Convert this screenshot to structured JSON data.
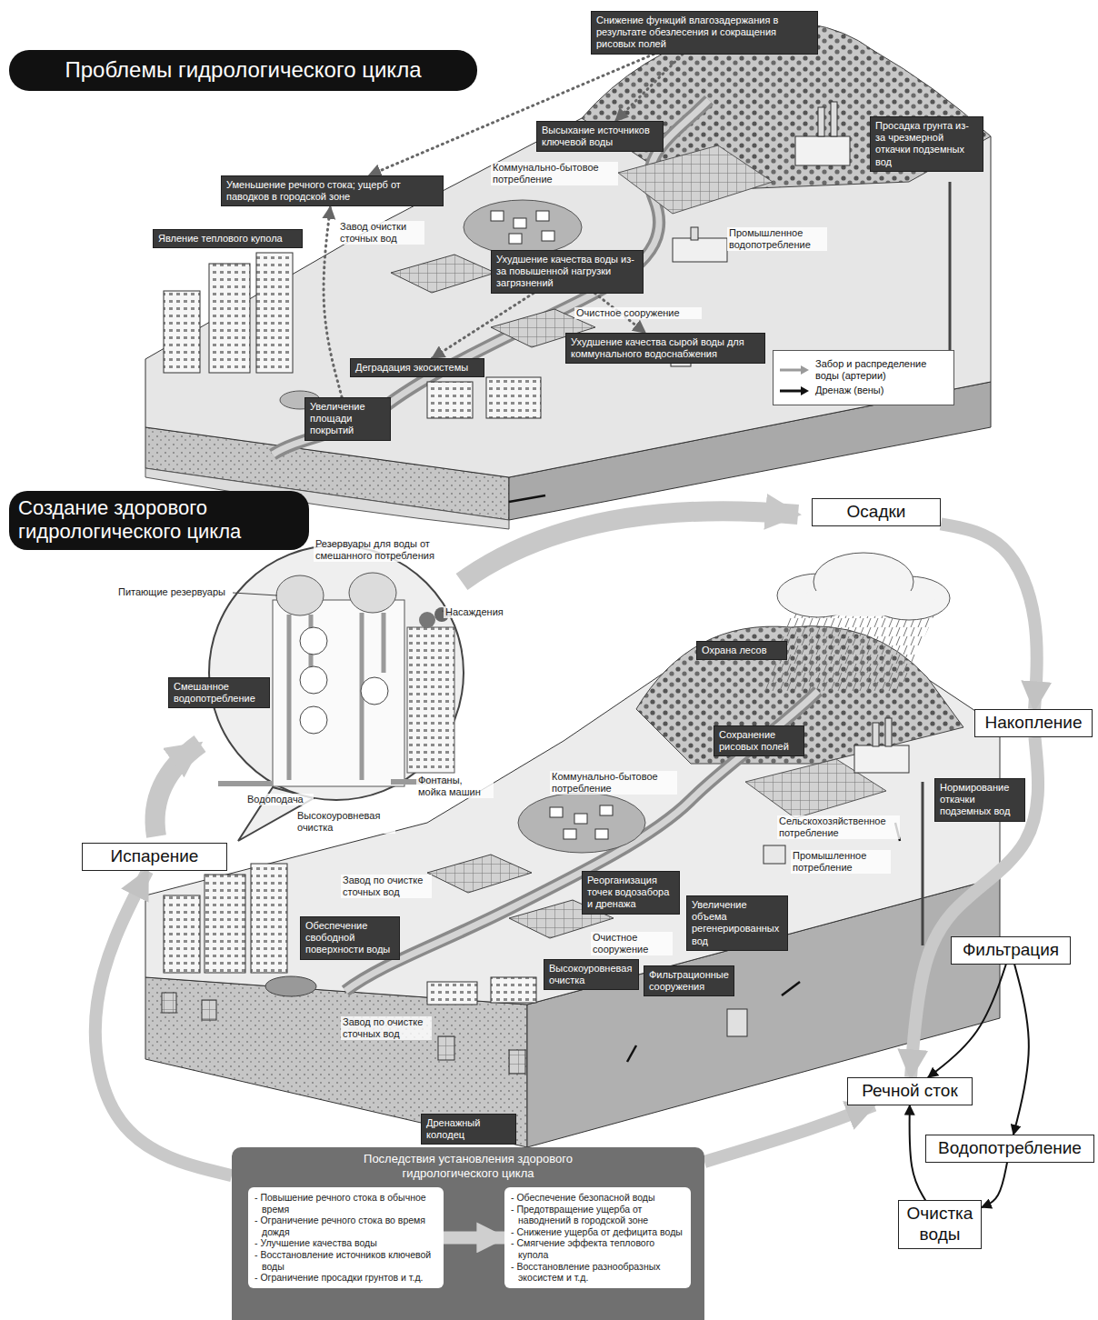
{
  "diagram": {
    "nodes": [
      {
        "text": [
          "Проблемы гидрологического цикла"
        ]
      },
      {
        "text": [
          "Снижение функций влагозадержания в результате обезлесения и сокращения рисовых полей"
        ]
      },
      {
        "text": [
          "Высыхание источников ключевой воды"
        ]
      },
      {
        "text": [
          "Просадка грунта из-за чрезмерной откачки подземных вод"
        ]
      },
      {
        "text": [
          "Уменьшение речного стока; ущерб от паводков в городской зоне"
        ]
      },
      {
        "text": [
          "Явление теплового купола"
        ]
      },
      {
        "text": [
          "Ухудшение качества воды из-за повышенной нагрузки загрязнений"
        ]
      },
      {
        "text": [
          "Ухудшение качества сырой воды для коммунального водоснабжения"
        ]
      },
      {
        "text": [
          "Деградация экосистемы"
        ]
      },
      {
        "text": [
          "Увеличение площади покрытий"
        ]
      },
      {
        "text": [
          "Создание здорового гидрологического цикла"
        ]
      },
      {
        "text": [
          "Осадки"
        ]
      },
      {
        "text": [
          "Смешанное водопотребление"
        ]
      },
      {
        "text": [
          "Охрана лесов"
        ]
      },
      {
        "text": [
          "Сохранение рисовых полей"
        ]
      },
      {
        "text": [
          "Накопление"
        ]
      },
      {
        "text": [
          "Нормирование откачки подземных вод"
        ]
      },
      {
        "text": [
          "Испарение"
        ]
      },
      {
        "text": [
          "Реорганизация точек водозабора и дренажа"
        ]
      },
      {
        "text": [
          "Увеличение объема регенерированных вод"
        ]
      },
      {
        "text": [
          "Обеспечение свободной поверхности воды"
        ]
      },
      {
        "text": [
          "Высокоуровневая очистка"
        ]
      },
      {
        "text": [
          "Фильтрационные сооружения"
        ]
      },
      {
        "text": [
          "Фильтрация"
        ]
      },
      {
        "text": [
          "Речной сток"
        ]
      },
      {
        "text": [
          "Дренажный колодец"
        ]
      },
      {
        "text": [
          "Водопотребление"
        ]
      },
      {
        "text": [
          "Последствия установления здорового гидрологического цикла"
        ]
      },
      {
        "text": [
          "- Повышение речного стока в обычное время",
          "- Ограничение речного стока во время дождя",
          "- Улучшение качества воды",
          "- Восстановление источников ключевой воды",
          "- Ограничение просадки грунтов и т.д."
        ],
        "in": 27
      },
      {
        "text": [
          "- Обеспечение безопасной воды",
          "- Предотвращение ущерба от наводнений в городской зоне",
          "- Снижение ущерба от дефицита воды",
          "- Смягчение эффекта теплового купола",
          "- Восстановление разнообразных экосистем и т.д."
        ],
        "in": 27
      },
      {
        "text": [
          "Очистка воды"
        ]
      }
    ],
    "edges": [
      {
        "from": 1,
        "to": 2,
        "arrow": "to"
      },
      {
        "from": 1,
        "to": 4,
        "arrow": "to"
      },
      {
        "from": 6,
        "to": 7,
        "arrow": "to"
      },
      {
        "from": 6,
        "to": 8,
        "arrow": "to"
      },
      {
        "from": 9,
        "to": 4,
        "arrow": "to"
      },
      {
        "from": 11,
        "to": 15,
        "arrow": "to"
      },
      {
        "from": 15,
        "to": 24,
        "arrow": "to"
      },
      {
        "from": 23,
        "to": 24,
        "arrow": "to"
      },
      {
        "from": 23,
        "to": 26,
        "arrow": "to"
      },
      {
        "from": 26,
        "to": 30,
        "arrow": "to"
      },
      {
        "from": 30,
        "to": 24,
        "arrow": "to"
      },
      {
        "from": 27,
        "to": 17,
        "arrow": "to"
      },
      {
        "from": 27,
        "to": 24,
        "arrow": "to"
      },
      {
        "from": 28,
        "to": 29,
        "arrow": "to"
      }
    ],
    "labels": [
      "Коммунально-бытовое потребление",
      "Завод очистки сточных вод",
      "Промышленное водопотребление",
      "Очистное сооружение",
      "Резервуары для воды от смешанного потребления",
      "Питающие резервуары",
      "Насаждения",
      "Водоподача",
      "Высокоуровневая очистка",
      "Фонтаны, мойка машин",
      "Коммунально-бытовое потребление",
      "Сельскохозяйственное потребление",
      "Промышленное потребление",
      "Завод по очистке сточных вод",
      "Очистное сооружение",
      "Завод по очистке сточных вод"
    ],
    "legend": [
      {
        "text": "Забор и распределение воды (артерии)"
      },
      {
        "text": "Дренаж (вены)"
      }
    ]
  }
}
